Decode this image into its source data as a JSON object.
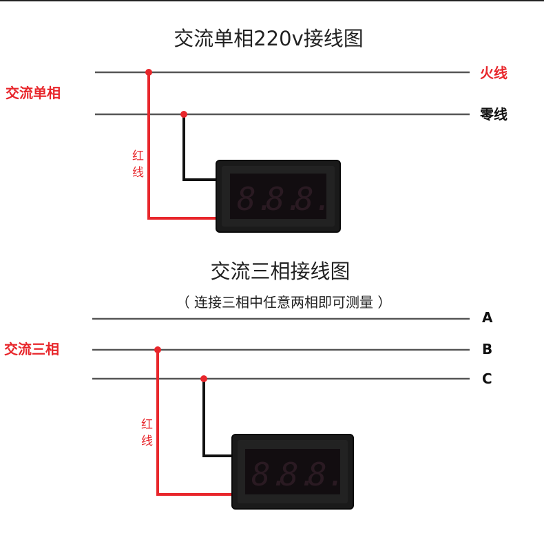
{
  "colors": {
    "red": "#e8262b",
    "black": "#111111",
    "line": "#555555",
    "meter_body": "#1a1a1a",
    "display": "#120d10",
    "segment": "#2a1a22"
  },
  "single_phase": {
    "title": "交流单相220v接线图",
    "side_label": "交流单相",
    "live_label": "火线",
    "neutral_label": "零线",
    "red_wire_label": [
      "红",
      "线"
    ],
    "digits": [
      "8.",
      "8.",
      "8."
    ]
  },
  "three_phase": {
    "title": "交流三相接线图",
    "subtitle": "（ 连接三相中任意两相即可测量 ）",
    "side_label": "交流三相",
    "phase_labels": [
      "A",
      "B",
      "C"
    ],
    "red_wire_label": [
      "红",
      "线"
    ],
    "digits": [
      "8.",
      "8.",
      "8."
    ]
  }
}
